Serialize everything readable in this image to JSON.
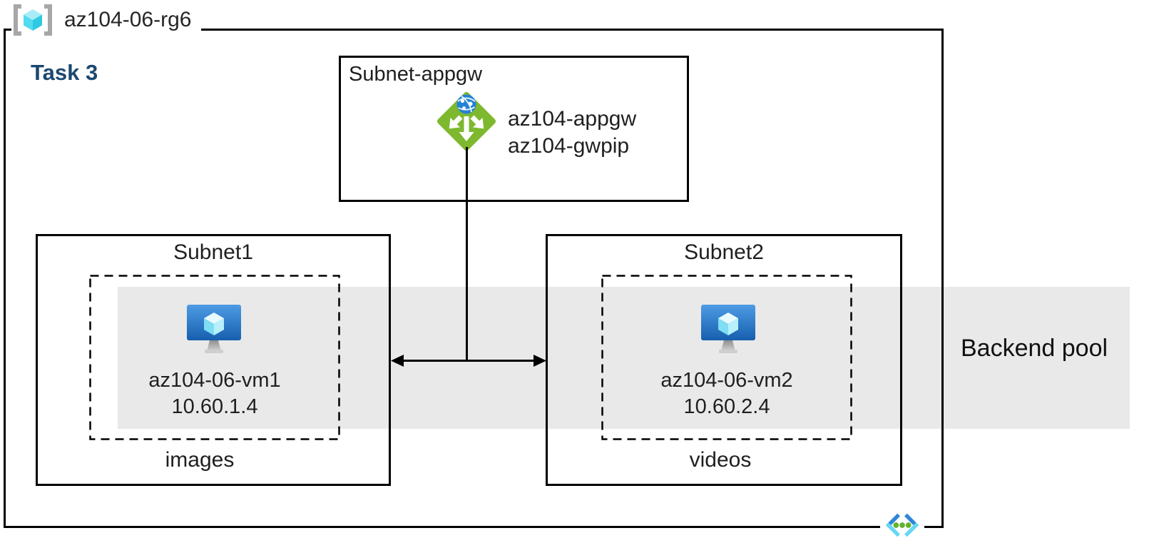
{
  "resource_group": {
    "name": "az104-06-rg6",
    "task_heading": "Task 3"
  },
  "gateway_subnet": {
    "label": "Subnet-appgw",
    "app_gateway_name": "az104-appgw",
    "public_ip_name": "az104-gwpip"
  },
  "subnets": [
    {
      "label": "Subnet1",
      "vm_name": "az104-06-vm1",
      "vm_ip": "10.60.1.4",
      "container_label": "images"
    },
    {
      "label": "Subnet2",
      "vm_name": "az104-06-vm2",
      "vm_ip": "10.60.2.4",
      "container_label": "videos"
    }
  ],
  "backend_pool": {
    "label": "Backend pool"
  },
  "colors": {
    "backend_band": "#E9E9E9",
    "task_heading": "#1C4870",
    "gateway_green": "#7DB82E",
    "globe_blue": "#2383D6",
    "vm_blue_top": "#4E9BE4",
    "vm_blue_bottom": "#165FAE",
    "cube_cyan": "#53DBEF",
    "vnet_blue": "#2E86D9",
    "vnet_cyan": "#66D7F5",
    "dot_green": "#63B32E",
    "line": "#000000"
  },
  "icons": {
    "resource_group": "azure-resource-group-brackets-cube",
    "application_gateway": "azure-application-gateway-diamond-arrows-globe",
    "virtual_machine": "azure-virtual-machine-monitor-cube",
    "virtual_network": "azure-virtual-network-chevrons-dots"
  }
}
